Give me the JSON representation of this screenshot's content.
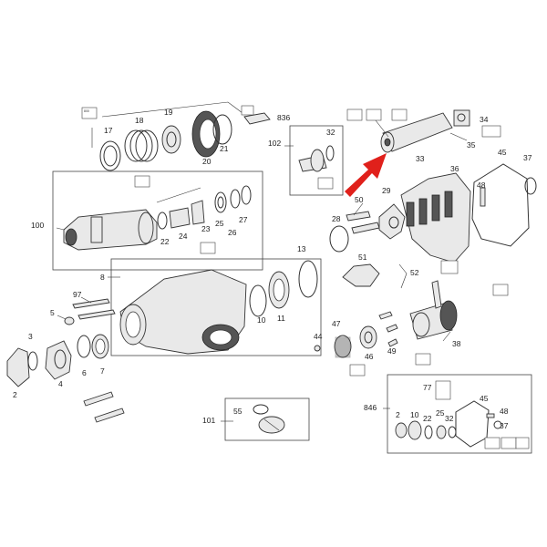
{
  "labels": {
    "l2": "2",
    "l3": "3",
    "l4": "4",
    "l5": "5",
    "l6": "6",
    "l7": "7",
    "l8": "8",
    "l10": "10",
    "l10b": "10",
    "l11": "11",
    "l13": "13",
    "l17": "17",
    "l18": "18",
    "l19": "19",
    "l20": "20",
    "l21": "21",
    "l22": "22",
    "l22b": "22",
    "l23": "23",
    "l24": "24",
    "l25": "25",
    "l25b": "25",
    "l26": "26",
    "l27": "27",
    "l28": "28",
    "l29": "29",
    "l32": "32",
    "l32b": "32",
    "l33": "33",
    "l34": "34",
    "l35": "35",
    "l36": "36",
    "l37": "37",
    "l37b": "37",
    "l38": "38",
    "l44": "44",
    "l45": "45",
    "l45b": "45",
    "l46": "46",
    "l47": "47",
    "l48": "48",
    "l48b": "48",
    "l49": "49",
    "l50": "50",
    "l51": "51",
    "l52": "52",
    "l55": "55",
    "l77": "77",
    "l97": "97",
    "l100": "100",
    "l101": "101",
    "l102": "102",
    "l836": "836",
    "l846": "846",
    "l2b": "2"
  },
  "arrow_color": "#e0201b"
}
